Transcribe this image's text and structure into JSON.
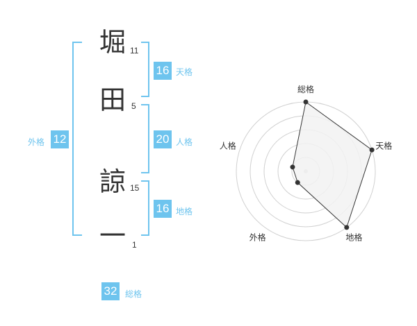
{
  "name": {
    "chars": [
      {
        "char": "堀",
        "strokes": "11"
      },
      {
        "char": "田",
        "strokes": "5"
      },
      {
        "char": "諒",
        "strokes": "15"
      },
      {
        "char": "一",
        "strokes": "1"
      }
    ]
  },
  "fortune": {
    "tenkaku": {
      "value": "16",
      "label": "天格"
    },
    "jinkaku": {
      "value": "20",
      "label": "人格"
    },
    "chikaku": {
      "value": "16",
      "label": "地格"
    },
    "gaikaku": {
      "value": "12",
      "label": "外格"
    },
    "soukaku": {
      "value": "32",
      "label": "総格"
    }
  },
  "colors": {
    "accent": "#6ec4ee",
    "text": "#333333",
    "radar_fill": "#f2f2f2",
    "radar_grid": "#d0d0d0"
  },
  "chart_data": {
    "type": "radar",
    "axes": [
      "総格",
      "天格",
      "地格",
      "外格",
      "人格"
    ],
    "rings": 5,
    "range": [
      0,
      5
    ],
    "values": [
      5,
      5,
      5,
      1,
      1
    ]
  }
}
